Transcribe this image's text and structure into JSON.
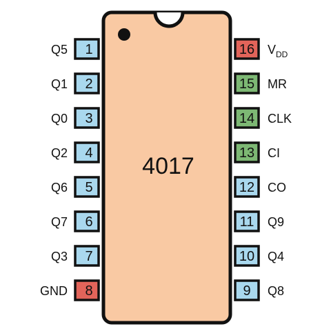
{
  "chip": {
    "label": "4017"
  },
  "colors": {
    "body": "#F9C9A3",
    "outline": "#111111",
    "signal": "#A9D8EE",
    "power": "#E2645A",
    "control": "#7DB874"
  },
  "pins": [
    {
      "number": "1",
      "name": "Q5",
      "kind": "signal"
    },
    {
      "number": "2",
      "name": "Q1",
      "kind": "signal"
    },
    {
      "number": "3",
      "name": "Q0",
      "kind": "signal"
    },
    {
      "number": "4",
      "name": "Q2",
      "kind": "signal"
    },
    {
      "number": "5",
      "name": "Q6",
      "kind": "signal"
    },
    {
      "number": "6",
      "name": "Q7",
      "kind": "signal"
    },
    {
      "number": "7",
      "name": "Q3",
      "kind": "signal"
    },
    {
      "number": "8",
      "name": "GND",
      "kind": "power"
    },
    {
      "number": "9",
      "name": "Q8",
      "kind": "signal"
    },
    {
      "number": "10",
      "name": "Q4",
      "kind": "signal"
    },
    {
      "number": "11",
      "name": "Q9",
      "kind": "signal"
    },
    {
      "number": "12",
      "name": "CO",
      "kind": "signal"
    },
    {
      "number": "13",
      "name": "CI",
      "kind": "control"
    },
    {
      "number": "14",
      "name": "CLK",
      "kind": "control"
    },
    {
      "number": "15",
      "name": "MR",
      "kind": "control"
    },
    {
      "number": "16",
      "name": "V",
      "sub": "DD",
      "kind": "power"
    }
  ]
}
